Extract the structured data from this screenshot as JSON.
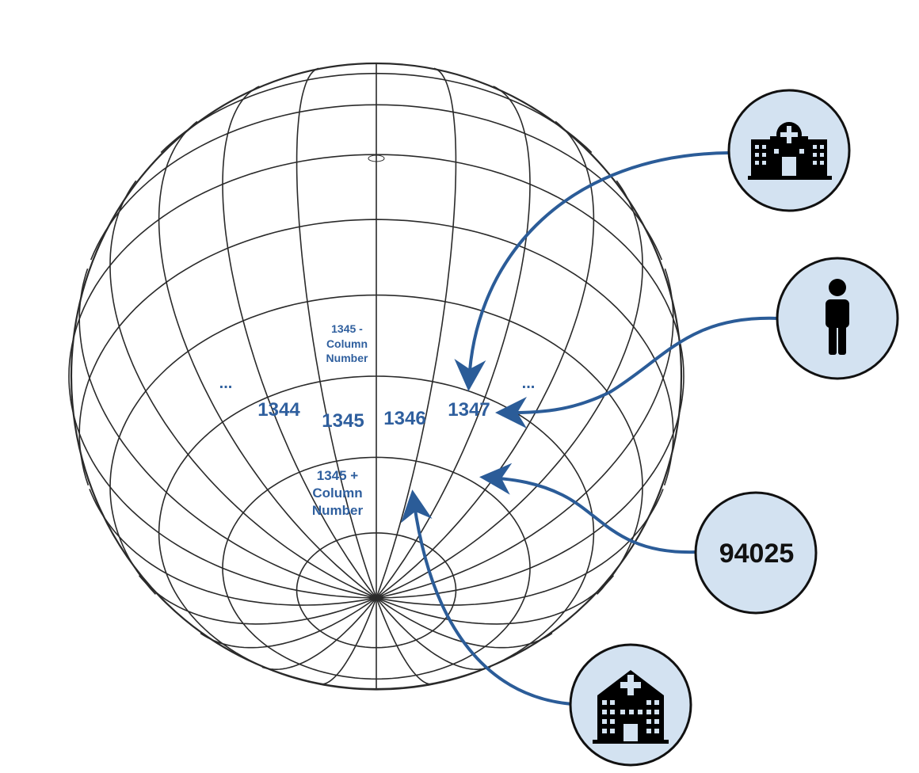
{
  "globe": {
    "cells": {
      "above": [
        "1345 -",
        "Column",
        "Number"
      ],
      "below": [
        "1345 +",
        "Column",
        "Number"
      ],
      "left_ellipsis": "...",
      "right_ellipsis": "...",
      "c1344": "1344",
      "c1345": "1345",
      "c1346": "1346",
      "c1347": "1347"
    }
  },
  "callouts": {
    "postal_code": "94025",
    "icons": [
      "hospital-building-icon",
      "person-icon",
      "hospital-icon"
    ]
  },
  "colors": {
    "arrow": "#2b5c98",
    "label": "#2f5f9e",
    "circle_fill": "#d3e2f1",
    "grid": "#2a2a2a"
  }
}
